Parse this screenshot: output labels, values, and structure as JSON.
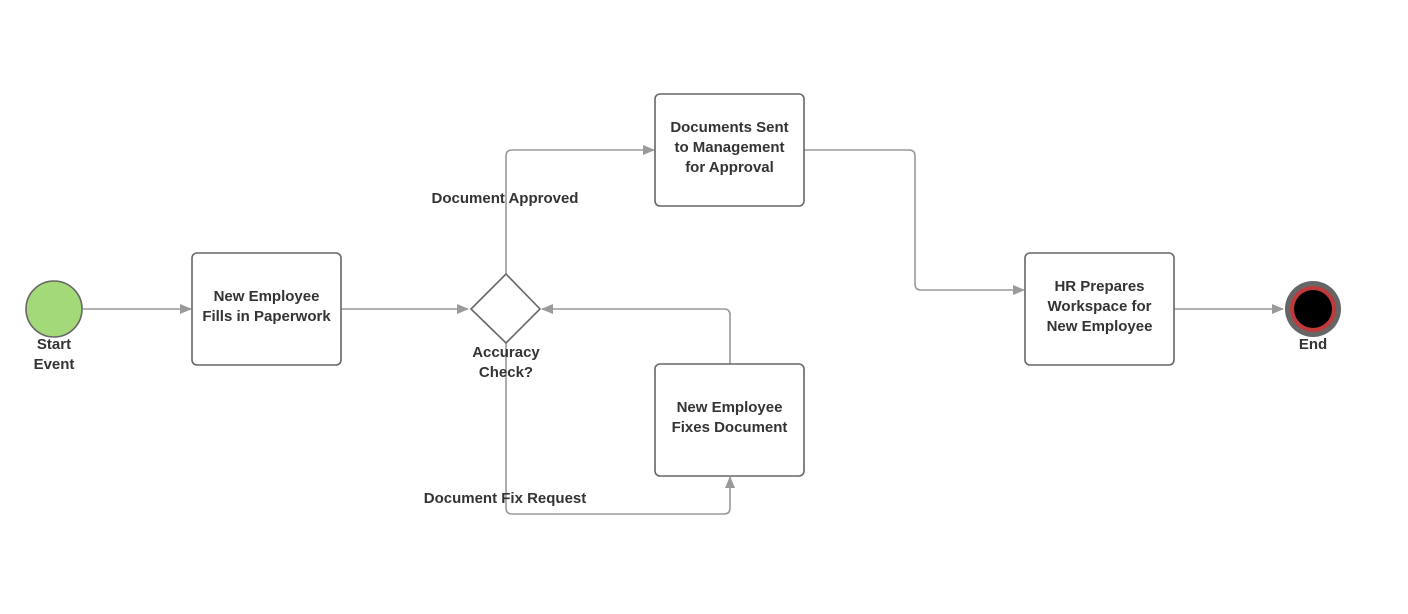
{
  "nodes": {
    "start": {
      "label_1": "Start",
      "label_2": "Event",
      "fill": "#a4d97a"
    },
    "fill_paperwork": {
      "line_1": "New Employee",
      "line_2": "Fills in Paperwork"
    },
    "gateway": {
      "line_1": "Accuracy",
      "line_2": "Check?"
    },
    "sent_management": {
      "line_1": "Documents Sent",
      "line_2": "to Management",
      "line_3": "for Approval"
    },
    "fixes_document": {
      "line_1": "New Employee",
      "line_2": "Fixes Document"
    },
    "hr_prepares": {
      "line_1": "HR Prepares",
      "line_2": "Workspace for",
      "line_3": "New Employee"
    },
    "end": {
      "label": "End",
      "ring_color": "#c0393b"
    }
  },
  "edges": {
    "approved_label": "Document Approved",
    "fix_request_label": "Document Fix Request"
  }
}
